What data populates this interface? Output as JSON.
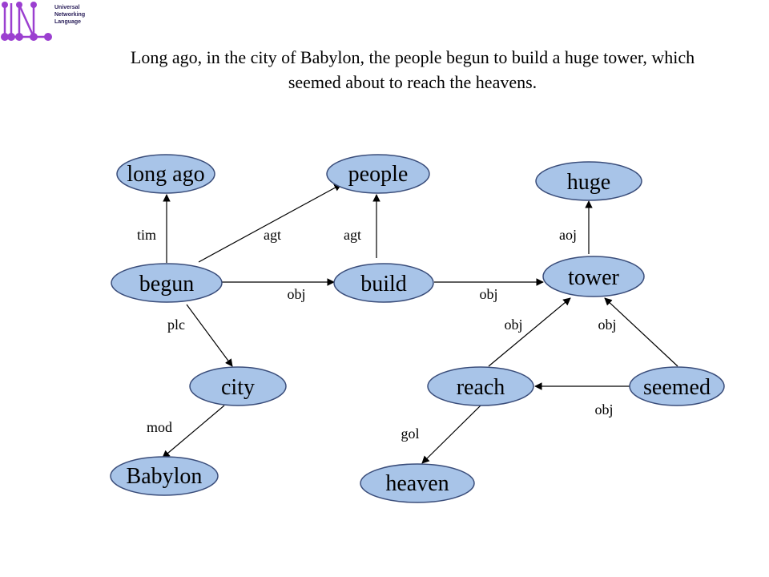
{
  "sentence": "Long ago, in the city of Babylon, the people begun to build a huge tower, which seemed about to reach the heavens.",
  "logo": {
    "letters": "UN",
    "lines": [
      "Universal",
      "Networking",
      "Language"
    ]
  },
  "colors": {
    "node_fill": "#a8c4e8",
    "node_stroke": "#3a4d7a",
    "edge": "#000000",
    "logo": "#9b3fd0"
  },
  "nodes": {
    "long_ago": "long ago",
    "people": "people",
    "huge": "huge",
    "begun": "begun",
    "build": "build",
    "tower": "tower",
    "city": "city",
    "reach": "reach",
    "seemed": "seemed",
    "babylon": "Babylon",
    "heaven": "heaven"
  },
  "relations": {
    "tim": "tim",
    "agt_begun_people": "agt",
    "agt_build_people": "agt",
    "aoj": "aoj",
    "obj_begun_build": "obj",
    "obj_build_tower": "obj",
    "plc": "plc",
    "obj_reach_tower": "obj",
    "obj_seemed_tower": "obj",
    "obj_seemed_reach": "obj",
    "mod": "mod",
    "gol": "gol"
  }
}
